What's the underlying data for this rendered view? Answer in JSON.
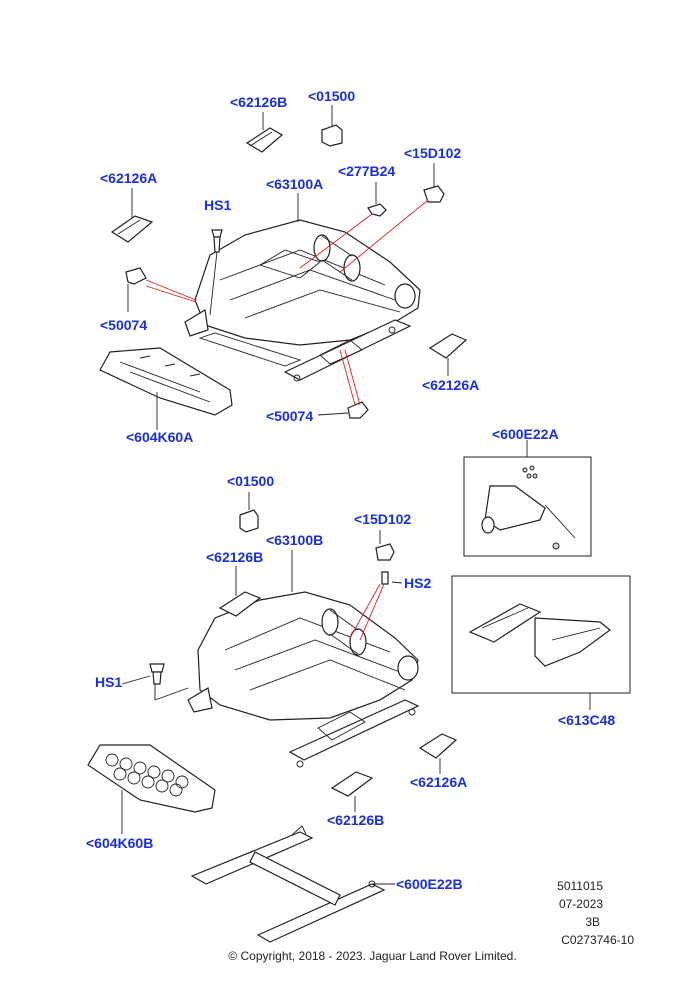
{
  "callouts": {
    "top_62126B": "<62126B",
    "top_01500": "<01500",
    "top_62126A_left": "<62126A",
    "top_HS1": "HS1",
    "top_63100A": "<63100A",
    "top_277B24": "<277B24",
    "top_15D102": "<15D102",
    "top_50074_left": "<50074",
    "top_62126A_right": "<62126A",
    "top_50074_bottom": "<50074",
    "top_604K60A": "<604K60A",
    "right_600E22A": "<600E22A",
    "right_613C48": "<613C48",
    "bottom_01500": "<01500",
    "bottom_15D102": "<15D102",
    "bottom_63100B": "<63100B",
    "bottom_62126B_upper": "<62126B",
    "bottom_HS2": "HS2",
    "bottom_HS1": "HS1",
    "bottom_62126A": "<62126A",
    "bottom_62126B_lower": "<62126B",
    "bottom_604K60B": "<604K60B",
    "bottom_600E22B": "<600E22B"
  },
  "meta": {
    "code1": "5011015",
    "date": "07-2023",
    "rev": "3B",
    "ref": "C0273746-10"
  },
  "copyright": "© Copyright, 2018 - 2023. Jaguar Land Rover Limited."
}
